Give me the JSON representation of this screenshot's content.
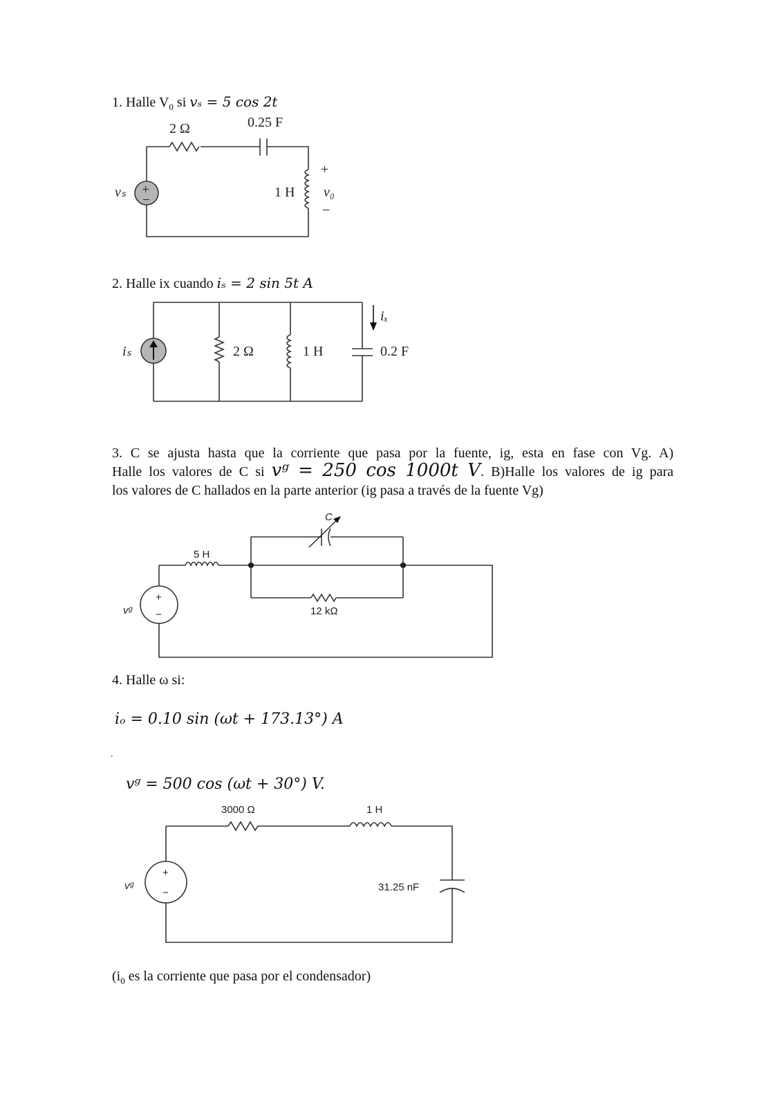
{
  "p1": {
    "prefix": "1. Halle V",
    "sub0": "0",
    "mid": " si ",
    "eq": "vₛ = 5 cos 2t",
    "r": "2 Ω",
    "c": "0.25 F",
    "l": "1 H",
    "vs": "vₛ",
    "vo": "v₀",
    "plus": "+",
    "minus": "−"
  },
  "p2": {
    "prefix": "2. Halle ix cuando ",
    "eq": "iₛ = 2 sin 5t A",
    "is": "iₛ",
    "ix": "iₓ",
    "r": "2 Ω",
    "l": "1 H",
    "c": "0.2 F"
  },
  "p3": {
    "line1": "3. C se ajusta hasta que la corriente que pasa por la fuente, ig, esta en fase con Vg. A)",
    "line2_a": "Halle los valores de C si ",
    "line2_eq": "vᵍ = 250 cos 1000t V",
    "line2_b": ". B)Halle los valores de ig para",
    "line3": "los valores de C hallados en la parte anterior (ig pasa a través de la fuente Vg)",
    "c": "C",
    "l": "5 H",
    "r": "12 kΩ",
    "vg": "vᵍ",
    "plus": "+",
    "minus": "−"
  },
  "p4": {
    "heading": "4. Halle ω si:",
    "eq1": "iₒ = 0.10 sin (ωt + 173.13°) A",
    "dot": ".",
    "eq2": "vᵍ = 500 cos (ωt + 30°) V.",
    "r": "3000 Ω",
    "l": "1 H",
    "c": "31.25 nF",
    "vg": "vᵍ",
    "plus": "+",
    "minus": "−",
    "note_a": "(i",
    "note_sub": "0",
    "note_b": " es la corriente que pasa por el condensador)"
  }
}
